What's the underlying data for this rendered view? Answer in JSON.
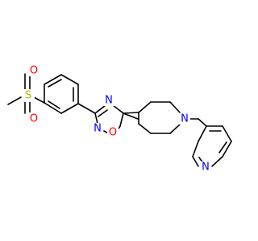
{
  "atoms": {
    "sulfur": "S",
    "oxygen_top": "O",
    "oxygen_bottom": "O",
    "oxadiazole_n_top": "N",
    "oxadiazole_n_bottom": "N",
    "oxadiazole_o": "O",
    "piperidine_n": "N",
    "pyridine_n": "N"
  },
  "colors": {
    "bond": "#000000",
    "sulfur": "#b7b700",
    "oxygen": "#ff0000",
    "nitrogen": "#0000ff"
  }
}
